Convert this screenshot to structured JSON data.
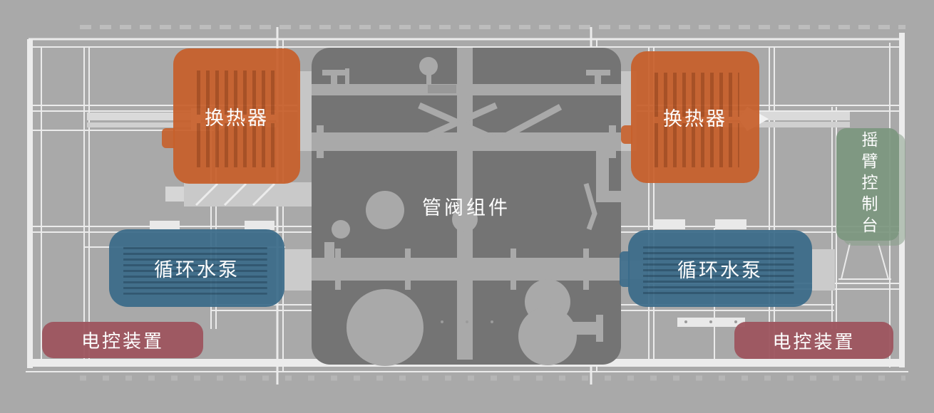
{
  "diagram": {
    "components": {
      "heat_exchanger": {
        "label": "换热器",
        "color": "#c7612d",
        "count": 2
      },
      "pipe_valve_assembly": {
        "label": "管阀组件",
        "color": "#747474",
        "count": 1
      },
      "circulating_pump": {
        "label": "循环水泵",
        "color": "#3a6a89",
        "count": 2
      },
      "electric_control": {
        "label": "电控装置",
        "color": "#9d545e",
        "count": 2
      },
      "rocker_console": {
        "label": "摇臂控制台",
        "color": "#7c977f",
        "count": 1
      }
    },
    "background": {
      "base_color": "#a9a9a9",
      "panel_color": "#747474",
      "line_color": "#ececec",
      "label_text_color": "#ffffff"
    }
  }
}
